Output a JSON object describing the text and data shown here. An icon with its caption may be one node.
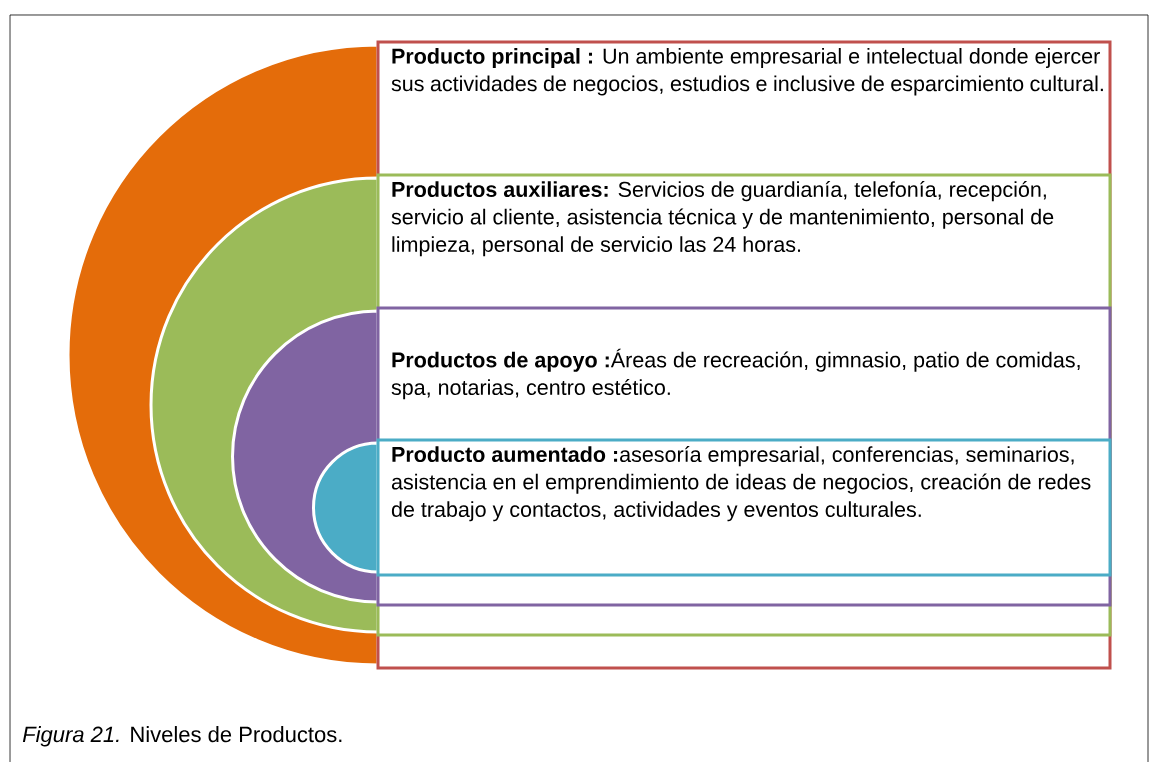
{
  "diagram": {
    "caption": "*Figura 21.* Niveles de Productos.",
    "nodes": [
      {
        "text": [
          "**Producto principal :** Un ambiente empresarial e intelectual donde ejercer sus actividades de negocios, estudios e inclusive de esparcimiento cultural."
        ]
      },
      {
        "text": [
          "**Productos auxiliares:** Servicios de guardianía, telefonía, recepción, servicio al cliente, asistencia técnica y de mantenimiento, personal de limpieza, personal de servicio las 24 horas."
        ],
        "in": 0
      },
      {
        "text": [
          "**Productos de apoyo :**Áreas de recreación, gimnasio, patio de comidas, spa, notarias, centro estético."
        ],
        "in": 1
      },
      {
        "text": [
          "**Producto aumentado :**asesoría empresarial, conferencias, seminarios, asistencia en el emprendimiento de ideas de negocios, creación de redes de trabajo y contactos, actividades y eventos culturales."
        ],
        "in": 2
      }
    ]
  }
}
